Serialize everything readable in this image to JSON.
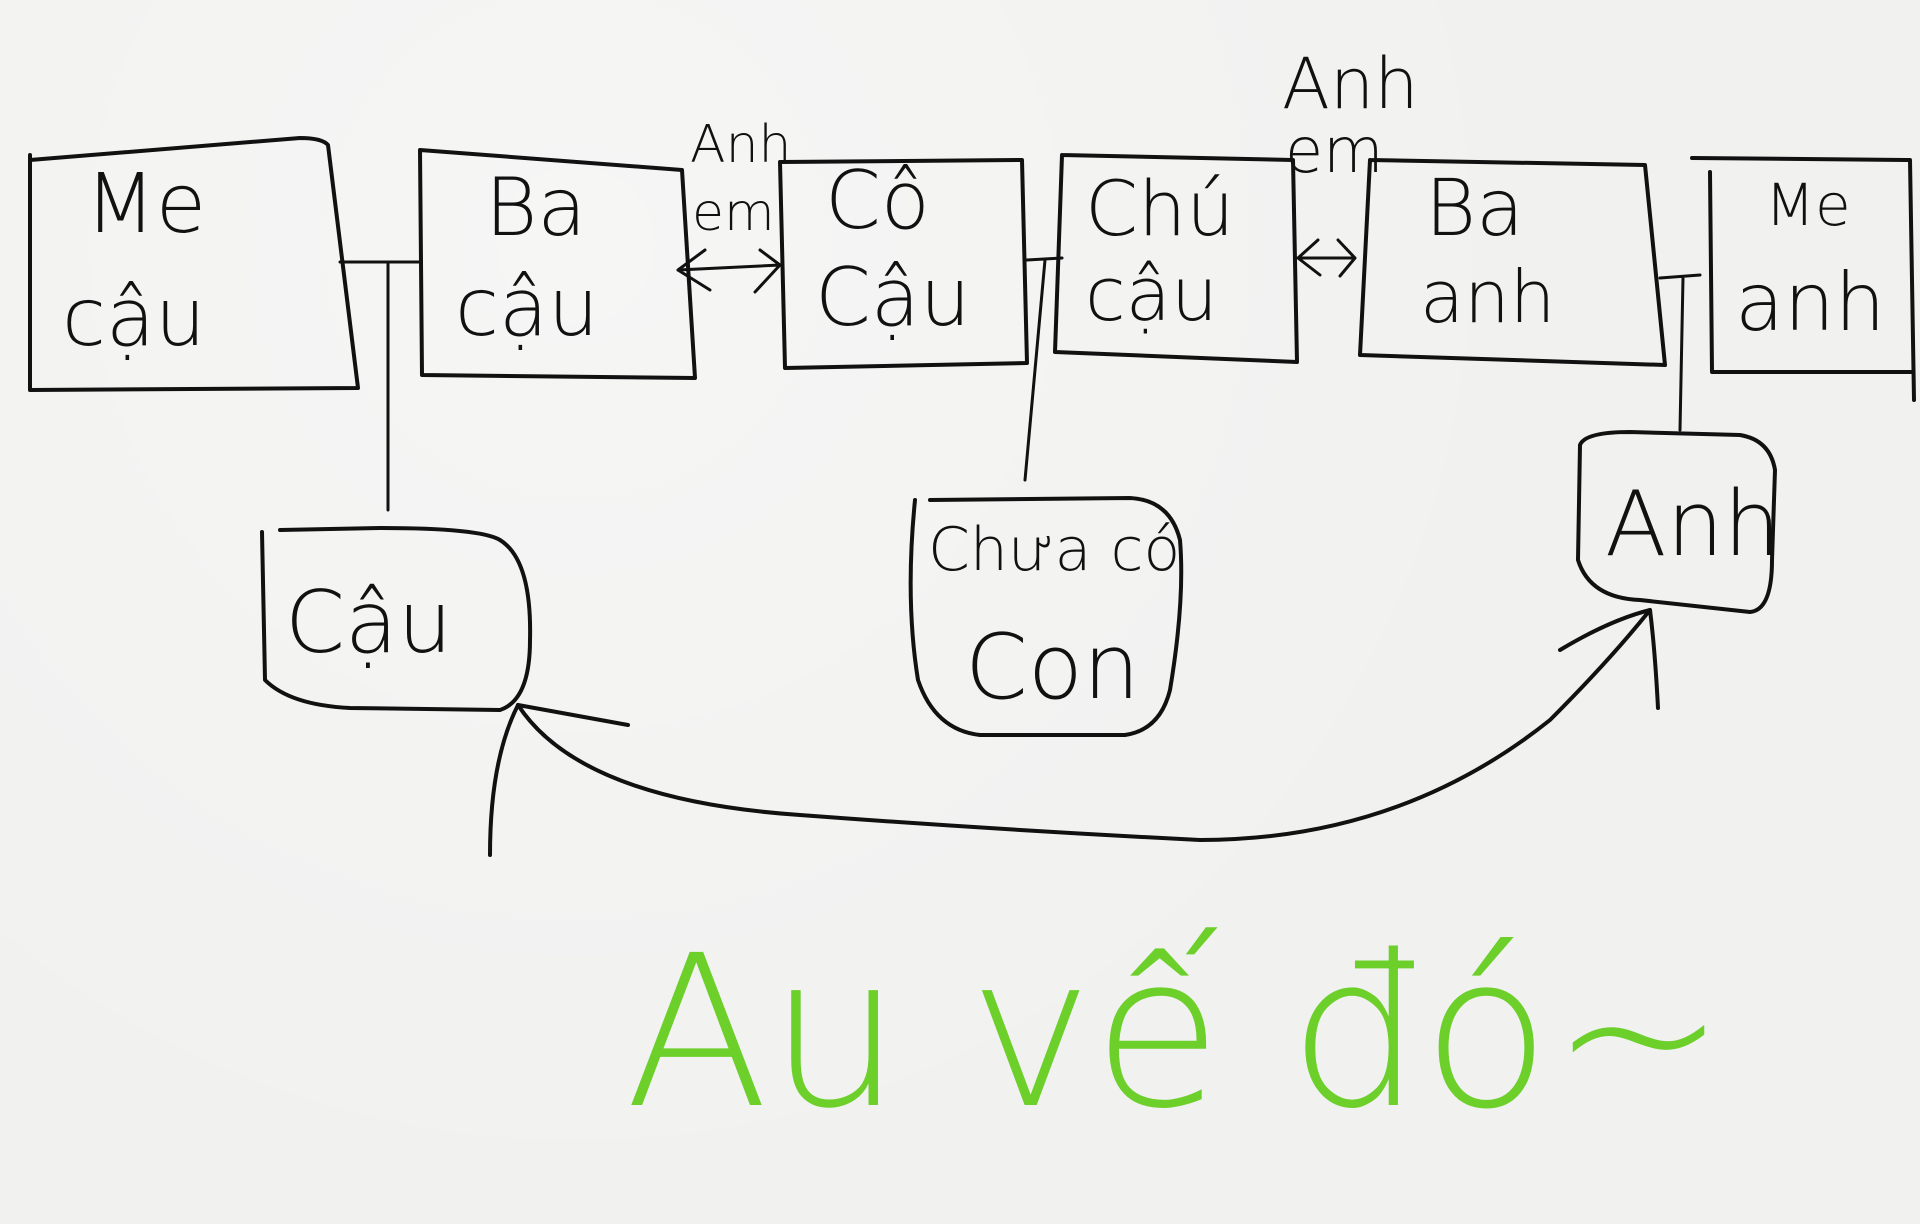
{
  "nodes": {
    "me_cau": {
      "line1": "Me",
      "line2": "cậu"
    },
    "ba_cau": {
      "line1": "Ba",
      "line2": "cậu"
    },
    "co_cau": {
      "line1": "Cô",
      "line2": "Cậu"
    },
    "chu_cau": {
      "line1": "Chú",
      "line2": "cậu"
    },
    "ba_anh": {
      "line1": "Ba",
      "line2": "anh"
    },
    "me_anh": {
      "line1": "Me",
      "line2": "anh"
    },
    "cau": {
      "label": "Cậu"
    },
    "chua_co_con": {
      "line1": "Chưa có",
      "line2": "Con"
    },
    "anh": {
      "label": "Anh"
    }
  },
  "relations": {
    "anh_em_1": {
      "line1": "Anh",
      "line2": "em"
    },
    "anh_em_2": {
      "line1": "Anh",
      "line2": "em"
    }
  },
  "caption": "Au vế đó~",
  "colors": {
    "ink": "#111111",
    "caption": "#6ccf2a",
    "paper": "#f1f1f0"
  }
}
